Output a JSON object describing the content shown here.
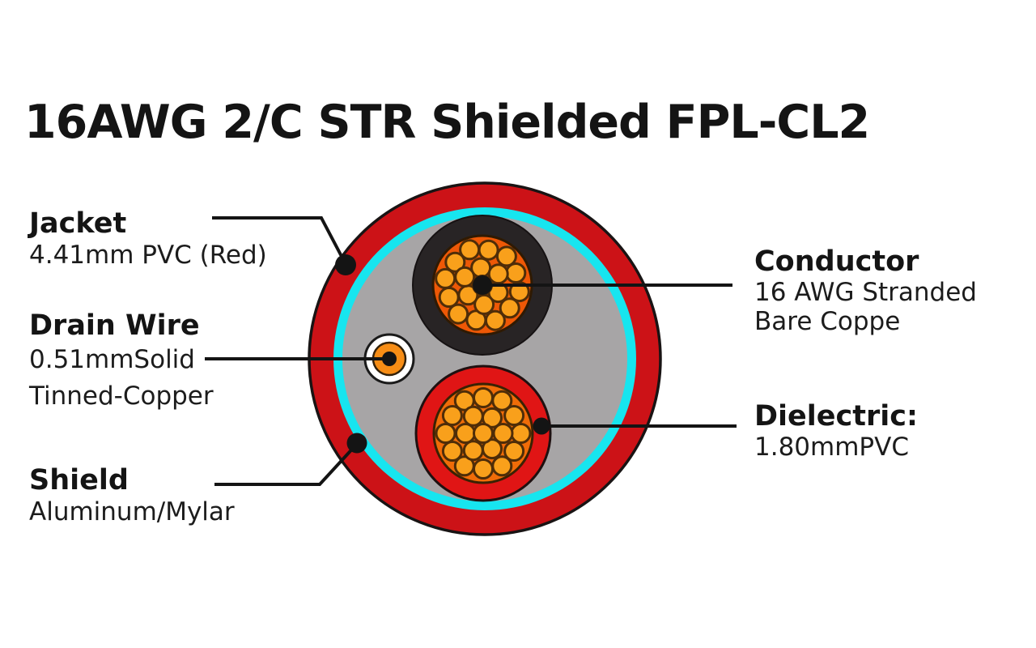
{
  "title": "16AWG 2/C STR Shielded FPL-CL2",
  "labels": {
    "jacket": {
      "heading": "Jacket",
      "lines": [
        "4.41mm PVC (Red)"
      ]
    },
    "drain_wire": {
      "heading": "Drain Wire",
      "lines": [
        "0.51mmSolid",
        "Tinned-Copper"
      ]
    },
    "shield": {
      "heading": "Shield",
      "lines": [
        "Aluminum/Mylar"
      ]
    },
    "conductor": {
      "heading": "Conductor",
      "lines": [
        "16 AWG Stranded",
        "Bare Coppe"
      ]
    },
    "dielectric": {
      "heading": "Dielectric:",
      "lines": [
        "1.80mmPVC"
      ]
    }
  },
  "diagram": {
    "strands_per_conductor": 19,
    "conductor_count": 2,
    "colors": {
      "jacket_red": "#cc1217",
      "shield_cyan": "#17e5ef",
      "filler_gray": "#a7a5a6",
      "insulation_black": "#282425",
      "dielectric_red": "#e01515",
      "bundle_orange_top": "#ee5806",
      "bundle_orange_bottom": "#f06c08",
      "strand_orange": "#f9a01b",
      "strand_outline": "#4f2d08",
      "drain_orange": "#f78d15",
      "drain_white": "#ffffff",
      "leader_line": "#141414"
    }
  }
}
